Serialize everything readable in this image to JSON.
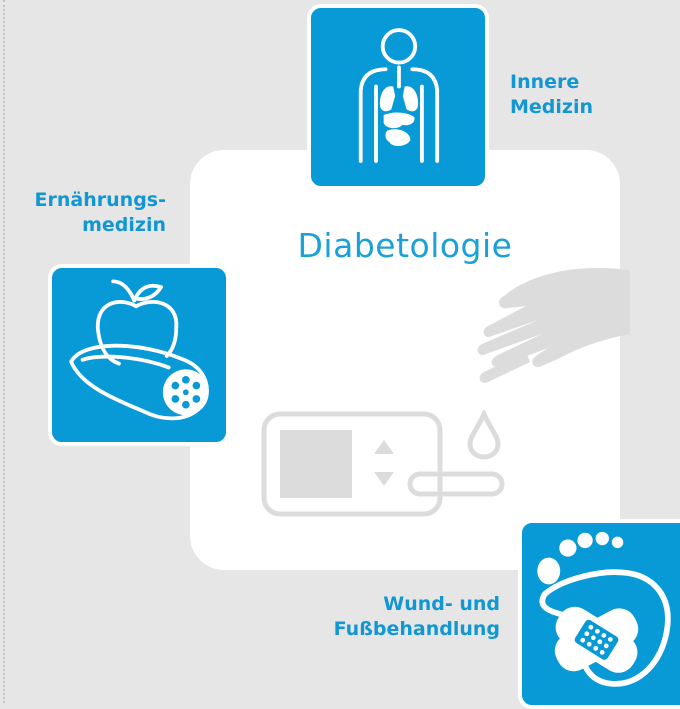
{
  "center": {
    "title": "Diabetologie"
  },
  "topics": {
    "inner": {
      "line1": "Innere",
      "line2": "Medizin",
      "icon": "human-organs-icon"
    },
    "nutrition": {
      "line1": "Ernährungs-",
      "line2": "medizin",
      "icon": "apple-cucumber-icon"
    },
    "foot": {
      "line1": "Wund- und",
      "line2": "Fußbehandlung",
      "icon": "foot-bandage-icon"
    }
  },
  "decorations": [
    "hand-icon",
    "blood-drop-icon",
    "glucose-meter-icon"
  ],
  "colors": {
    "background": "#e6e6e6",
    "card": "#ffffff",
    "tile": "#079ad6",
    "label": "#1297d2",
    "title": "#1ba1d8",
    "decoration": "#dcdcdc"
  }
}
